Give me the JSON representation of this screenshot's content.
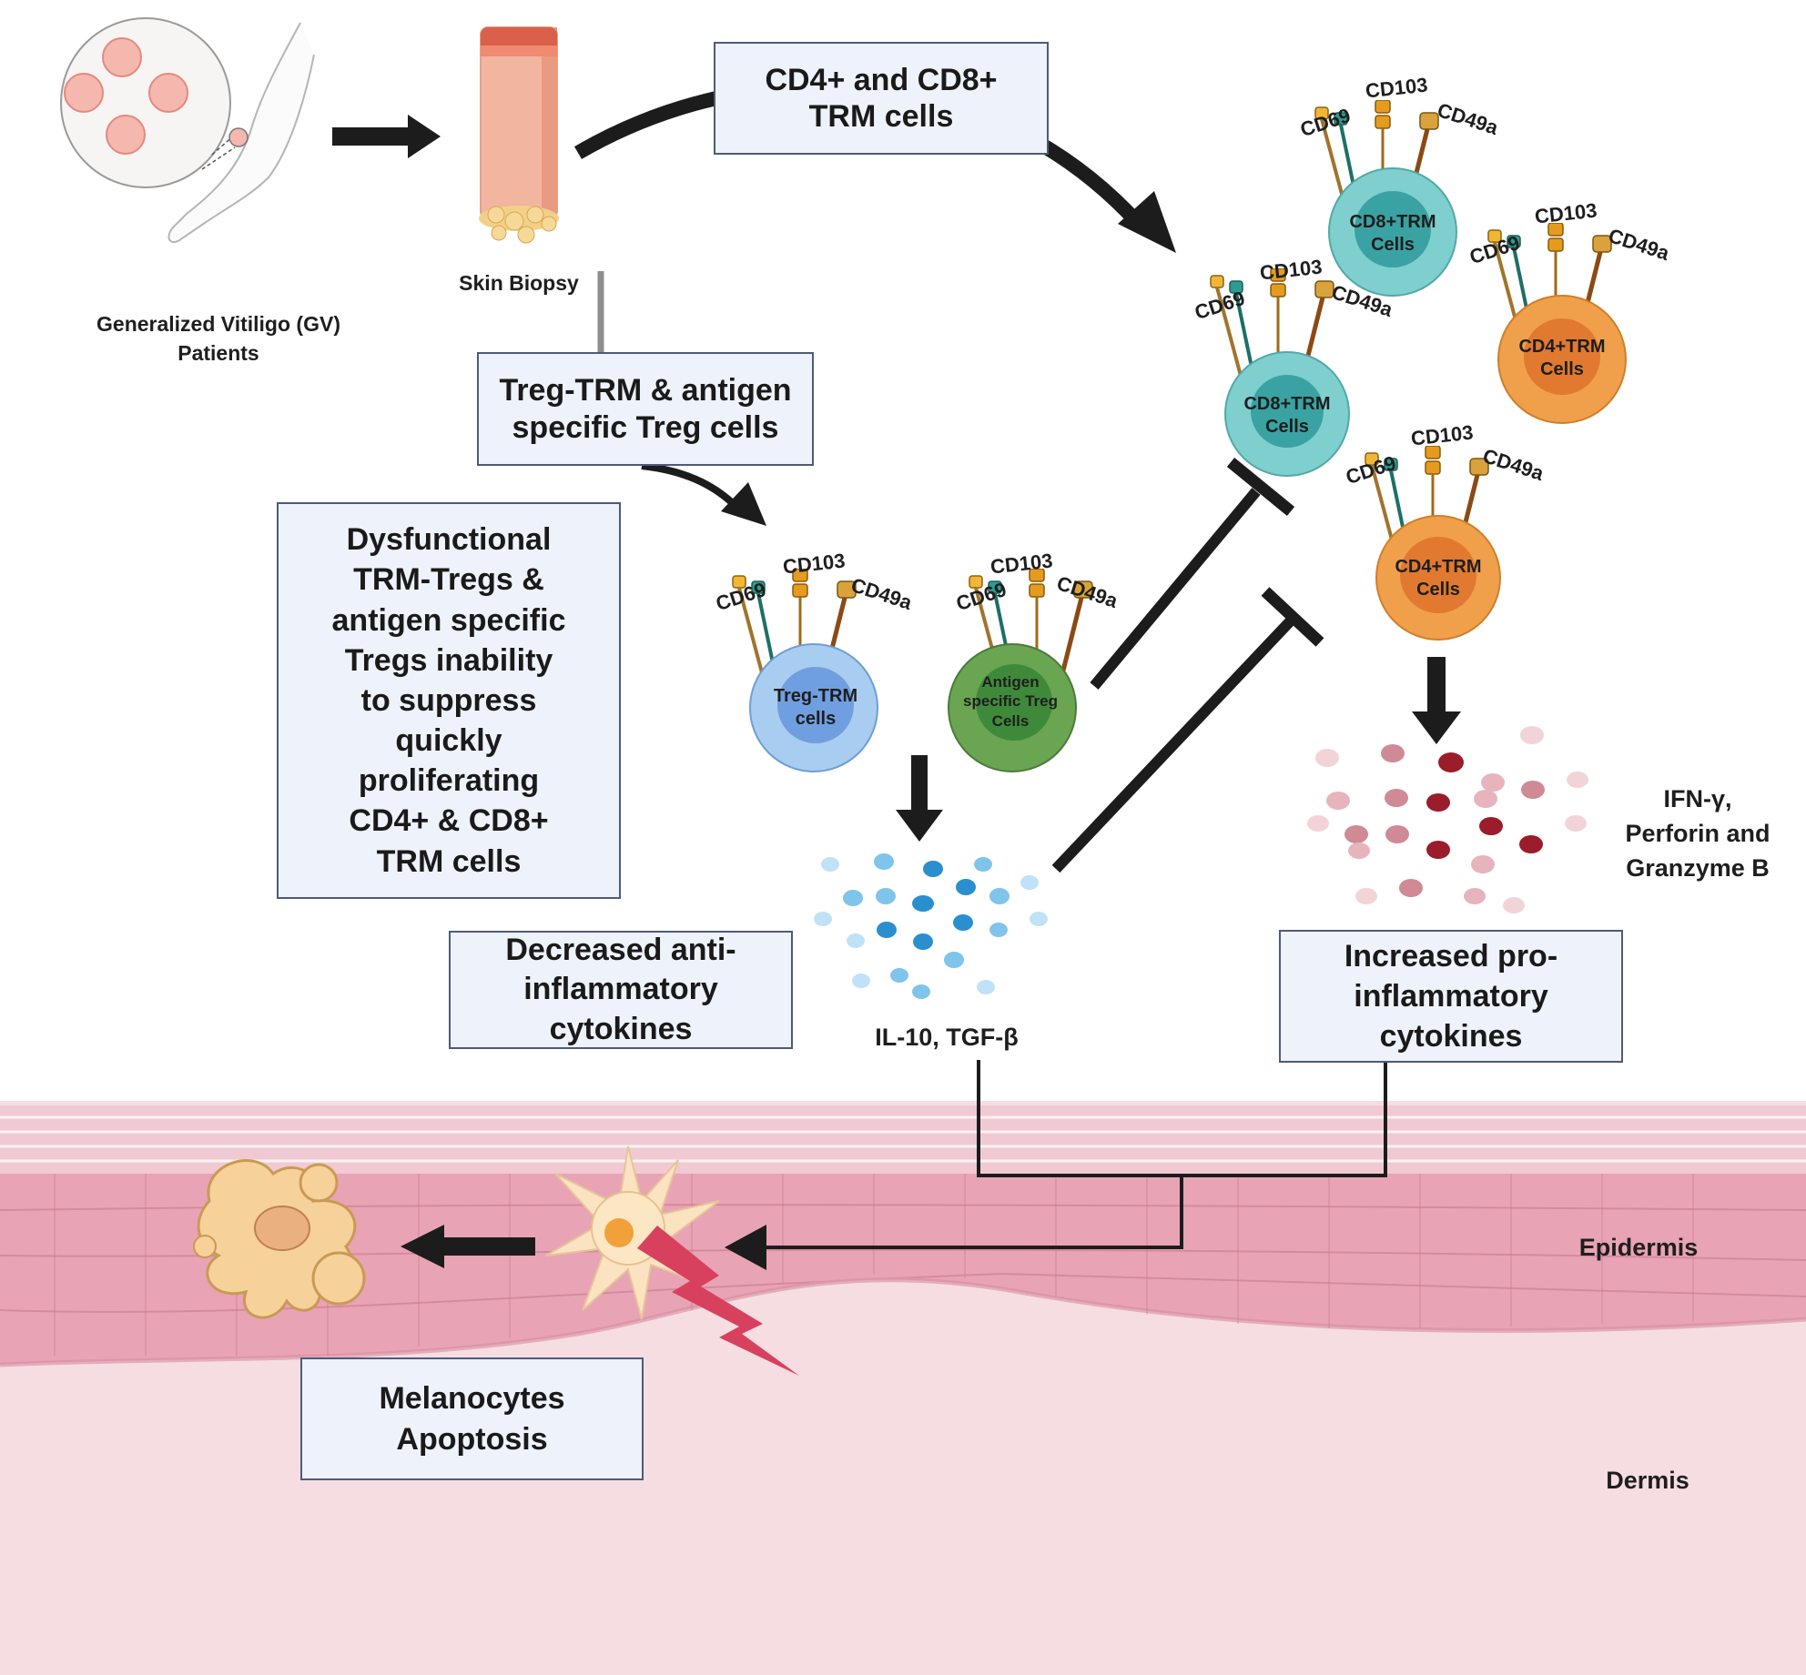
{
  "patients": {
    "label_line1": "Generalized Vitiligo (GV)",
    "label_line2": "Patients"
  },
  "biopsy": {
    "label": "Skin Biopsy"
  },
  "boxes": {
    "trm_cells_line1": "CD4+ and CD8+",
    "trm_cells_line2": "TRM cells",
    "treg_line1": "Treg-TRM & antigen",
    "treg_line2": "specific Treg cells",
    "dysfunction": [
      "Dysfunctional",
      "TRM-Tregs &",
      "antigen specific",
      "Tregs inability",
      "to suppress",
      "quickly",
      "proliferating",
      "CD4+ & CD8+",
      "TRM cells"
    ],
    "anti_line1": "Decreased anti-",
    "anti_line2": "inflammatory",
    "anti_line3": "cytokines",
    "pro_line1": "Increased pro-",
    "pro_line2": "inflammatory",
    "pro_line3": "cytokines",
    "apoptosis_line1": "Melanocytes",
    "apoptosis_line2": "Apoptosis"
  },
  "markers": {
    "cd69": "CD69",
    "cd103": "CD103",
    "cd49a": "CD49a"
  },
  "cells": {
    "cd8_line1": "CD8+TRM",
    "cd8_line2": "Cells",
    "cd4_line1": "CD4+TRM",
    "cd4_line2": "Cells",
    "treg_trm_line1": "Treg-TRM",
    "treg_trm_line2": "cells",
    "antigen_line1": "Antigen",
    "antigen_line2": "specific Treg",
    "antigen_line3": "Cells"
  },
  "cytokines": {
    "anti": "IL-10, TGF-β",
    "pro_line1": "IFN-γ,",
    "pro_line2": "Perforin and",
    "pro_line3": "Granzyme B"
  },
  "layers": {
    "epidermis": "Epidermis",
    "dermis": "Dermis"
  },
  "colors": {
    "cd8": "#7fcfcf",
    "cd4": "#f0a04b",
    "treg_trm": "#a9cdf0",
    "antigen_treg": "#6aa552",
    "anti_dots": "#2a8fce",
    "pro_dots": "#9b1c2a",
    "skin_epidermis": "#e8a4b4",
    "skin_dermis": "#f6dde2",
    "box_fill": "#eef2fa"
  }
}
